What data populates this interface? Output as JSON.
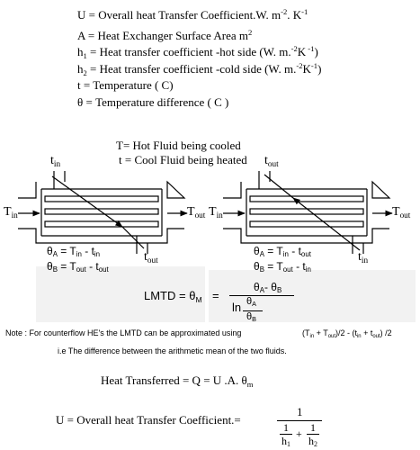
{
  "legend": {
    "U": {
      "sym": "U",
      "text": " = Overall heat Transfer Coefficient.W. m",
      "e1": "-2",
      "mid": ". K",
      "e2": "-1"
    },
    "A": {
      "sym": "A",
      "text": " = Heat Exchanger Surface Area  m",
      "e1": "2"
    },
    "h1": {
      "sym": "h",
      "sub": "1",
      "text": " = Heat transfer coefficient -hot side  (W. m.",
      "e1": "-2",
      "mid": "K",
      "e2": " -1",
      "end": ")"
    },
    "h2": {
      "sym": "h",
      "sub": "2",
      "text": " = Heat transfer coefficient -cold side  (W. m.",
      "e1": "-2",
      "mid": "K",
      "e2": "-1",
      "end": ")"
    },
    "t": {
      "sym": "t",
      "text": "  = Temperature ( C)"
    },
    "theta": {
      "sym": "θ",
      "text": "  = Temperature difference ( C )"
    }
  },
  "fluids": {
    "hot": "T= Hot Fluid being cooled",
    "cold": "t = Cool Fluid being heated"
  },
  "diagram_labels": {
    "t": "t",
    "T": "T",
    "in": "in",
    "out": "out"
  },
  "left_eq": {
    "a": {
      "sym": "θ",
      "sub": "A",
      "rhs1": " =  T",
      "s1": "in",
      "rhs2": " - t",
      "s2": "in"
    },
    "b": {
      "sym": "θ",
      "sub": "B",
      "rhs1": " =  T",
      "s1": "out",
      "rhs2": " - t",
      "s2": "out"
    }
  },
  "right_eq": {
    "a": {
      "sym": "θ",
      "sub": "A",
      "rhs1": " =  T",
      "s1": "in",
      "rhs2": " - t",
      "s2": "out"
    },
    "b": {
      "sym": "θ",
      "sub": "B",
      "rhs1": " =  T",
      "s1": "out",
      "rhs2": " - t",
      "s2": "in"
    }
  },
  "lmtd": {
    "lhs": "LMTD = θ",
    "lhs_sub": "M",
    "eq": "=",
    "num": "θ",
    "num_sa": "A",
    "num_mid": "- θ",
    "num_sb": "B",
    "ln": "ln",
    "inner_top": "θ",
    "inner_top_sub": "A",
    "inner_bot": "θ",
    "inner_bot_sub": "B"
  },
  "note": {
    "prefix": "Note :  For counterflow  HE's the LMTD can be approximated using",
    "formula_a": "(T",
    "formula_a_sub": "in",
    "formula_b": " + T",
    "formula_b_sub": "out",
    "formula_c": ")/2  -  (t",
    "formula_c_sub": "in",
    "formula_d": "  +  t",
    "formula_d_sub": "out",
    "formula_e": ") /2",
    "line2": "i.e The difference between the arithmetic mean of the two fluids."
  },
  "heat": {
    "text": "Heat Transferred = Q = U .A.  θ",
    "sub": "m"
  },
  "overall": {
    "text": "U = Overall heat Transfer Coefficient.=",
    "one": "1",
    "h": "h",
    "s1": "1",
    "s2": "2",
    "plus": "+"
  }
}
